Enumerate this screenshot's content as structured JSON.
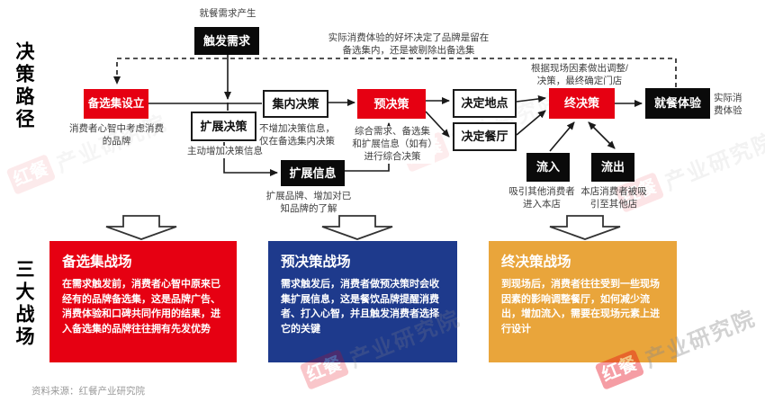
{
  "side_labels": {
    "top": "决策路径",
    "bottom": "三大战场"
  },
  "flow": {
    "trigger_note": "就餐需求产生",
    "trigger": "触发需求",
    "feedback_note": {
      "lines": [
        "实际消费体验的好坏决定了品牌是留在",
        "备选集内，还是被剔除出备选集"
      ]
    },
    "final_note": {
      "lines": [
        "根据现场因素做出调整/",
        "决策，最终确定门店"
      ]
    },
    "consideration_set": {
      "label": "备选集设立",
      "note": "消费者心智中考虑消费的品牌"
    },
    "expand_decision": {
      "label": "扩展决策",
      "note": "主动增加决策信息"
    },
    "inset_decision": {
      "label": "集内决策",
      "note": "不增加决策信息，仅在备选集内决策"
    },
    "pre_decision": {
      "label": "预决策",
      "note": "综合需求、备选集和扩展信息（如有）进行综合决策"
    },
    "expand_info": {
      "label": "扩展信息",
      "note": "扩展品牌、增加对已知品牌的了解"
    },
    "decide_location": {
      "label": "决定地点"
    },
    "decide_restaurant": {
      "label": "决定餐厅"
    },
    "final_decision": {
      "label": "终决策"
    },
    "dining_experience": {
      "label": "就餐体验",
      "note": "实际消费体验"
    },
    "inflow": {
      "label": "流入",
      "note": "吸引其他消费者进入本店"
    },
    "outflow": {
      "label": "流出",
      "note": "本店消费者被吸引至其他店"
    }
  },
  "battlefields": [
    {
      "title": "备选集战场",
      "body": "在需求触发前，消费者心智中原来已经有的品牌备选集，这是品牌广告、消费体验和口碑共同作用的结果，进入备选集的品牌往往拥有先发优势",
      "color": "#E60012"
    },
    {
      "title": "预决策战场",
      "body": "需求触发后，消费者做预决策时会收集扩展信息，这是餐饮品牌提醒消费者、打入心智，并且触发消费者选择它的关键",
      "color": "#1E3A8C"
    },
    {
      "title": "终决策战场",
      "body": "到现场后，消费者往往受到一些现场因素的影响调整餐厅，如何减少流出，增加流入，需要在现场元素上进行设计",
      "color": "#E9A53B"
    }
  ],
  "watermark": {
    "badge": "红餐",
    "text": "产业研究院"
  },
  "source_note": "资料来源：红餐产业研究院",
  "colors": {
    "red": "#E60012",
    "blue": "#1E3A8C",
    "yellow": "#E9A53B",
    "node_black": "#0A0A0A"
  }
}
